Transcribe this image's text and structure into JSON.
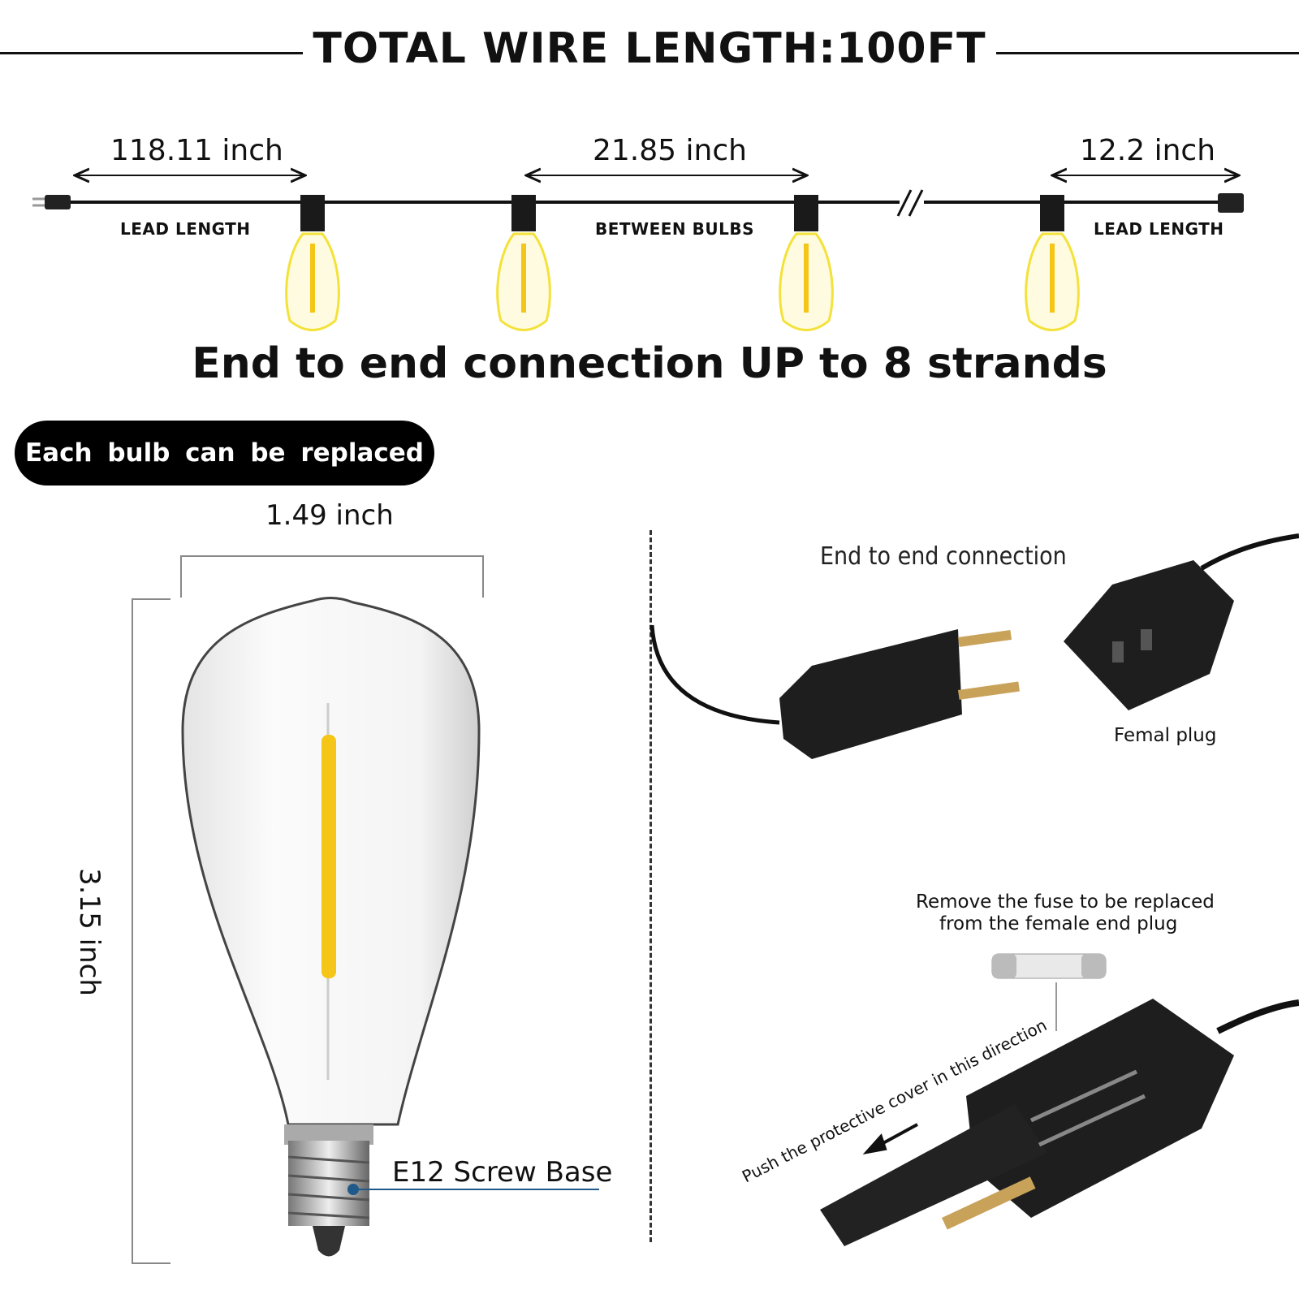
{
  "header": {
    "title": "TOTAL WIRE LENGTH:100FT"
  },
  "strand": {
    "lead_length_left": {
      "value": "118.11 inch",
      "label": "LEAD LENGTH"
    },
    "between_bulbs": {
      "value": "21.85 inch",
      "label": "BETWEEN BULBS"
    },
    "lead_length_right": {
      "value": "12.2 inch",
      "label": "LEAD LENGTH"
    }
  },
  "headline": "End to end connection UP to 8 strands",
  "badge": "Each bulb can be replaced",
  "bulb": {
    "width": "1.49 inch",
    "height": "3.15 inch",
    "base_label": "E12 Screw Base"
  },
  "connection": {
    "title": "End to end connection",
    "female_label": "Femal plug",
    "fuse_note_line1": "Remove the fuse to be replaced",
    "fuse_note_line2": "from the female end plug",
    "push_note": "Push the protective cover in this direction"
  },
  "colors": {
    "filament": "#f5c518",
    "bulb_outline": "#f3e23a",
    "socket": "#1a1a1a"
  }
}
